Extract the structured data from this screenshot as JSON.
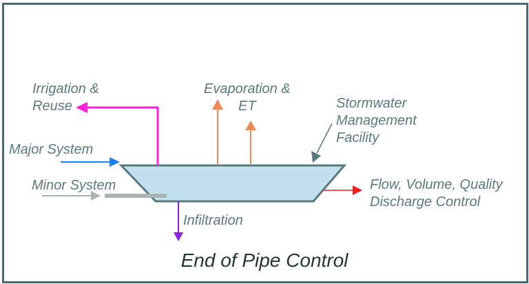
{
  "diagram": {
    "title": "End of Pipe Control",
    "labels": {
      "irrigation": [
        "Irrigation &",
        "Reuse"
      ],
      "evaporation": [
        "Evaporation &",
        "ET"
      ],
      "facility": [
        "Stormwater",
        "Management",
        "Facility"
      ],
      "major": "Major System",
      "minor": "Minor System",
      "infiltration": "Infiltration",
      "discharge": [
        "Flow, Volume, Quality",
        "Discharge Control"
      ]
    },
    "colors": {
      "irrigation": "#ff1fd9",
      "evaporation": "#f28a55",
      "major": "#1a82f0",
      "minor": "#a9b5b0",
      "infiltration": "#8a1fe0",
      "discharge": "#ee1f1f",
      "facility_fill": "#c2dfee",
      "facility_stroke": "#587a7a",
      "text": "#5a7a7e",
      "frame": "#4d6a72"
    }
  }
}
